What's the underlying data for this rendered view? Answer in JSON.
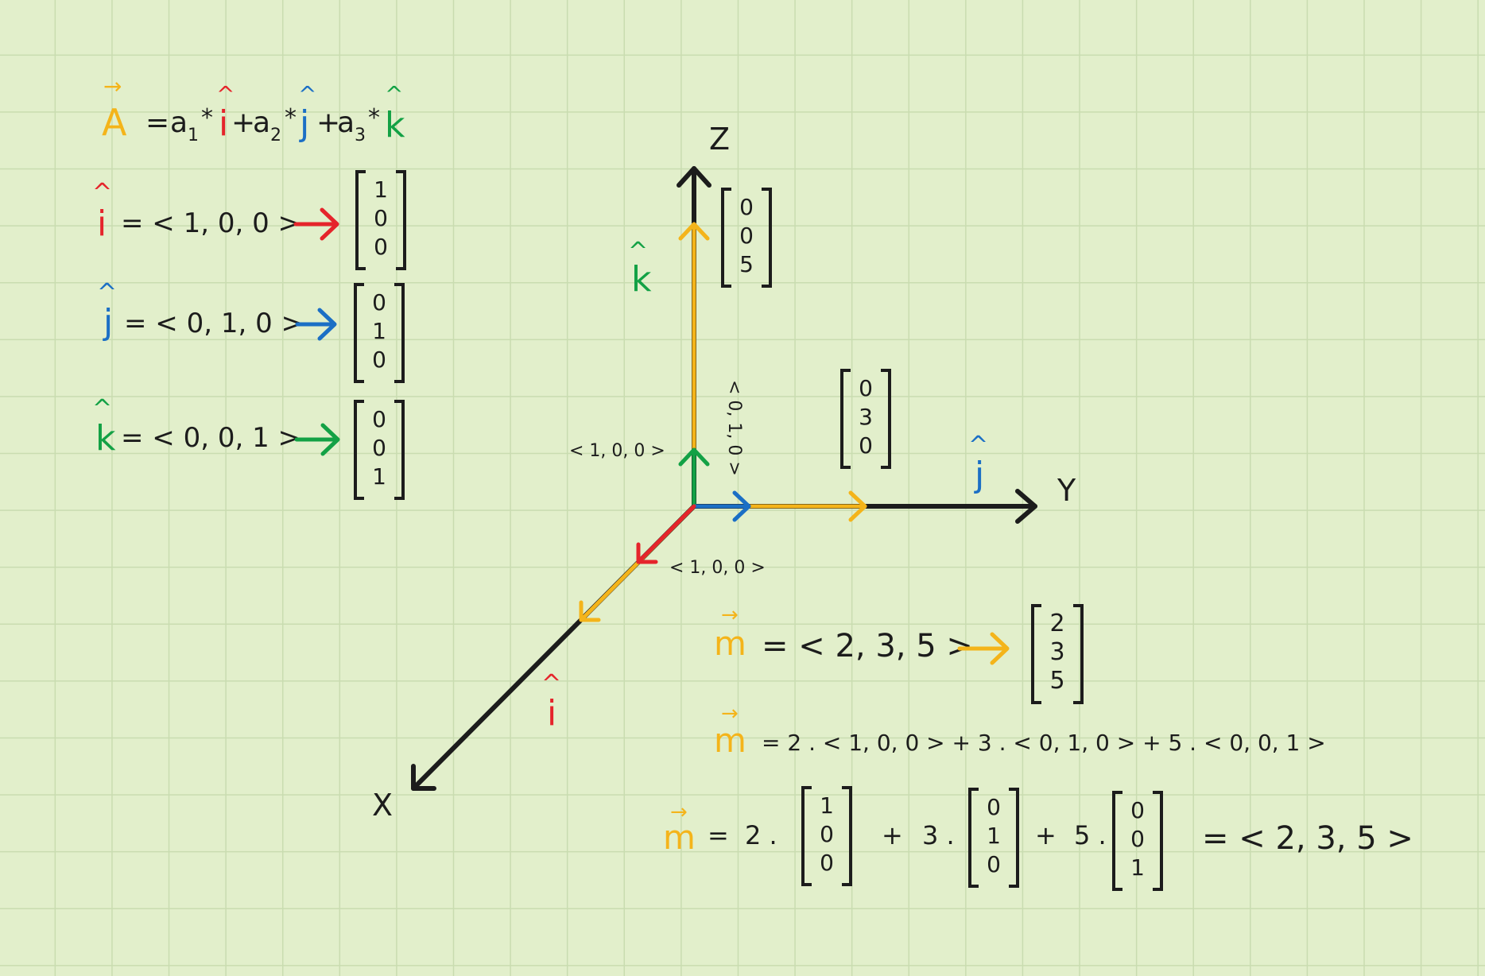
{
  "colors": {
    "ink": "#1c1c1c",
    "yellow": "#f4b41a",
    "red": "#e5242b",
    "blue": "#1b6fc5",
    "green": "#13a145",
    "background": "#e2efcb",
    "grid": "#c9dcb0"
  },
  "formula": {
    "lhs": "A",
    "equals": "=",
    "a1": "a",
    "sub1": "1",
    "i": "i",
    "plus1": "+",
    "a2": "a",
    "sub2": "2",
    "j": "j",
    "plus2": "+",
    "a3": "a",
    "sub3": "3",
    "k": "k",
    "star": "*",
    "hat": "^",
    "arrow": "→"
  },
  "definitions": [
    {
      "symbol": "i",
      "text": "= < 1, 0, 0 >",
      "matrix": [
        "1",
        "0",
        "0"
      ]
    },
    {
      "symbol": "j",
      "text": "= < 0, 1, 0 >",
      "matrix": [
        "0",
        "1",
        "0"
      ]
    },
    {
      "symbol": "k",
      "text": "= < 0, 0, 1 >",
      "matrix": [
        "0",
        "0",
        "1"
      ]
    }
  ],
  "axes": {
    "z": "Z",
    "y": "Y",
    "x": "X",
    "k_label": "k",
    "j_label": "j",
    "i_label": "i",
    "label_k_vec": "< 1, 0, 0 >",
    "label_j_vec": "< 0, 1, 0 >",
    "label_i_vec": "< 1, 0, 0 >",
    "z_matrix": [
      "0",
      "0",
      "5"
    ],
    "y_matrix": [
      "0",
      "3",
      "0"
    ]
  },
  "equations": {
    "m": "m",
    "eq1": "= < 2, 3, 5 >",
    "eq1_matrix": [
      "2",
      "3",
      "5"
    ],
    "eq2": "= 2 . < 1, 0, 0 > + 3 . < 0, 1, 0 > + 5 . < 0, 0, 1 >",
    "eq3_equals": "=",
    "eq3_c1": "2 .",
    "eq3_plus1": "+",
    "eq3_c2": "3 .",
    "eq3_plus2": "+",
    "eq3_c3": "5 .",
    "eq3_m1": [
      "1",
      "0",
      "0"
    ],
    "eq3_m2": [
      "0",
      "1",
      "0"
    ],
    "eq3_m3": [
      "0",
      "0",
      "1"
    ],
    "eq3_result": "= < 2, 3, 5 >"
  }
}
